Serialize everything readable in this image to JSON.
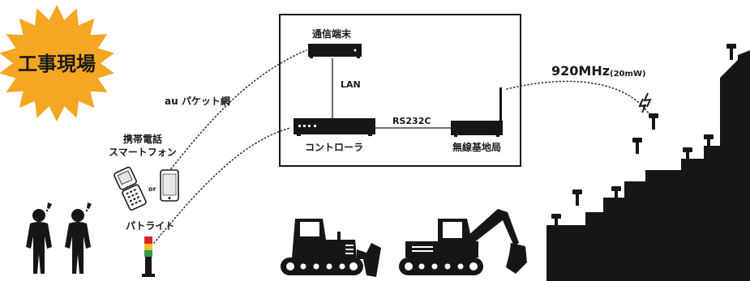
{
  "badge": {
    "label": "工事現場",
    "color": "#f5a623"
  },
  "network": {
    "carrier_label": "au パケット網"
  },
  "phone": {
    "label_line1": "携帯電話",
    "label_line2": "スマートフォン",
    "or_label": "or"
  },
  "patlite": {
    "label": "パトライト",
    "lamp_colors": [
      "#d9262b",
      "#f2c12e",
      "#2e9e4f"
    ]
  },
  "controller_box": {
    "terminal_label": "通信端末",
    "lan_label": "LAN",
    "controller_label": "コントローラ",
    "rs232c_label": "RS232C",
    "base_station_label": "無線基地局"
  },
  "radio": {
    "freq_main": "920MHz",
    "freq_power": "(20mW)"
  }
}
